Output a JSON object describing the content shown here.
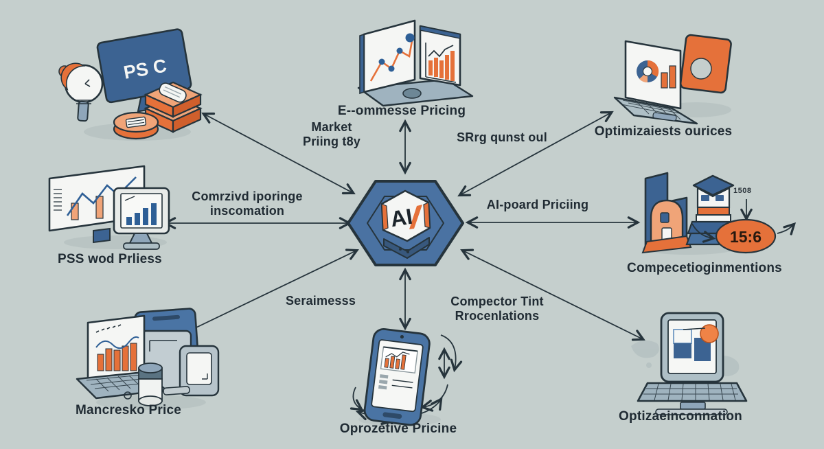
{
  "center": {
    "label": "AI"
  },
  "nodes": {
    "top_left": {
      "screen_text": "PS C"
    },
    "top_center": {
      "label": "E--ommesse Pricing"
    },
    "top_right": {
      "label": "Optimizaiests ourices"
    },
    "left": {
      "label": "PSS wod Prliess"
    },
    "right": {
      "label": "Compecetioginmentions",
      "timer_value": "15:6",
      "timer_caption": "1508"
    },
    "bottom_left": {
      "label": "Mancresko Price"
    },
    "bottom_center": {
      "label": "Oprozetive Pricine"
    },
    "bottom_right": {
      "label": "Optizaeinconnation"
    }
  },
  "edges": {
    "nw": "Market\nPriing t8y",
    "ne": "SRrg qunst oul",
    "w": "Comrzivd iporinge\ninscomation",
    "e": "AI-poard Priciing",
    "sw": "Seraimesss",
    "se": "Compector Tint\nRrocenlations"
  },
  "colors": {
    "background": "#c5cfcd",
    "outline": "#26343c",
    "text": "#202b33",
    "blue": "#3c6392",
    "hub_blue": "#4a72a2",
    "orange": "#e5713a",
    "light_orange": "#f0a478",
    "panel_white": "#f5f6f4",
    "gray": "#a9bac3"
  }
}
